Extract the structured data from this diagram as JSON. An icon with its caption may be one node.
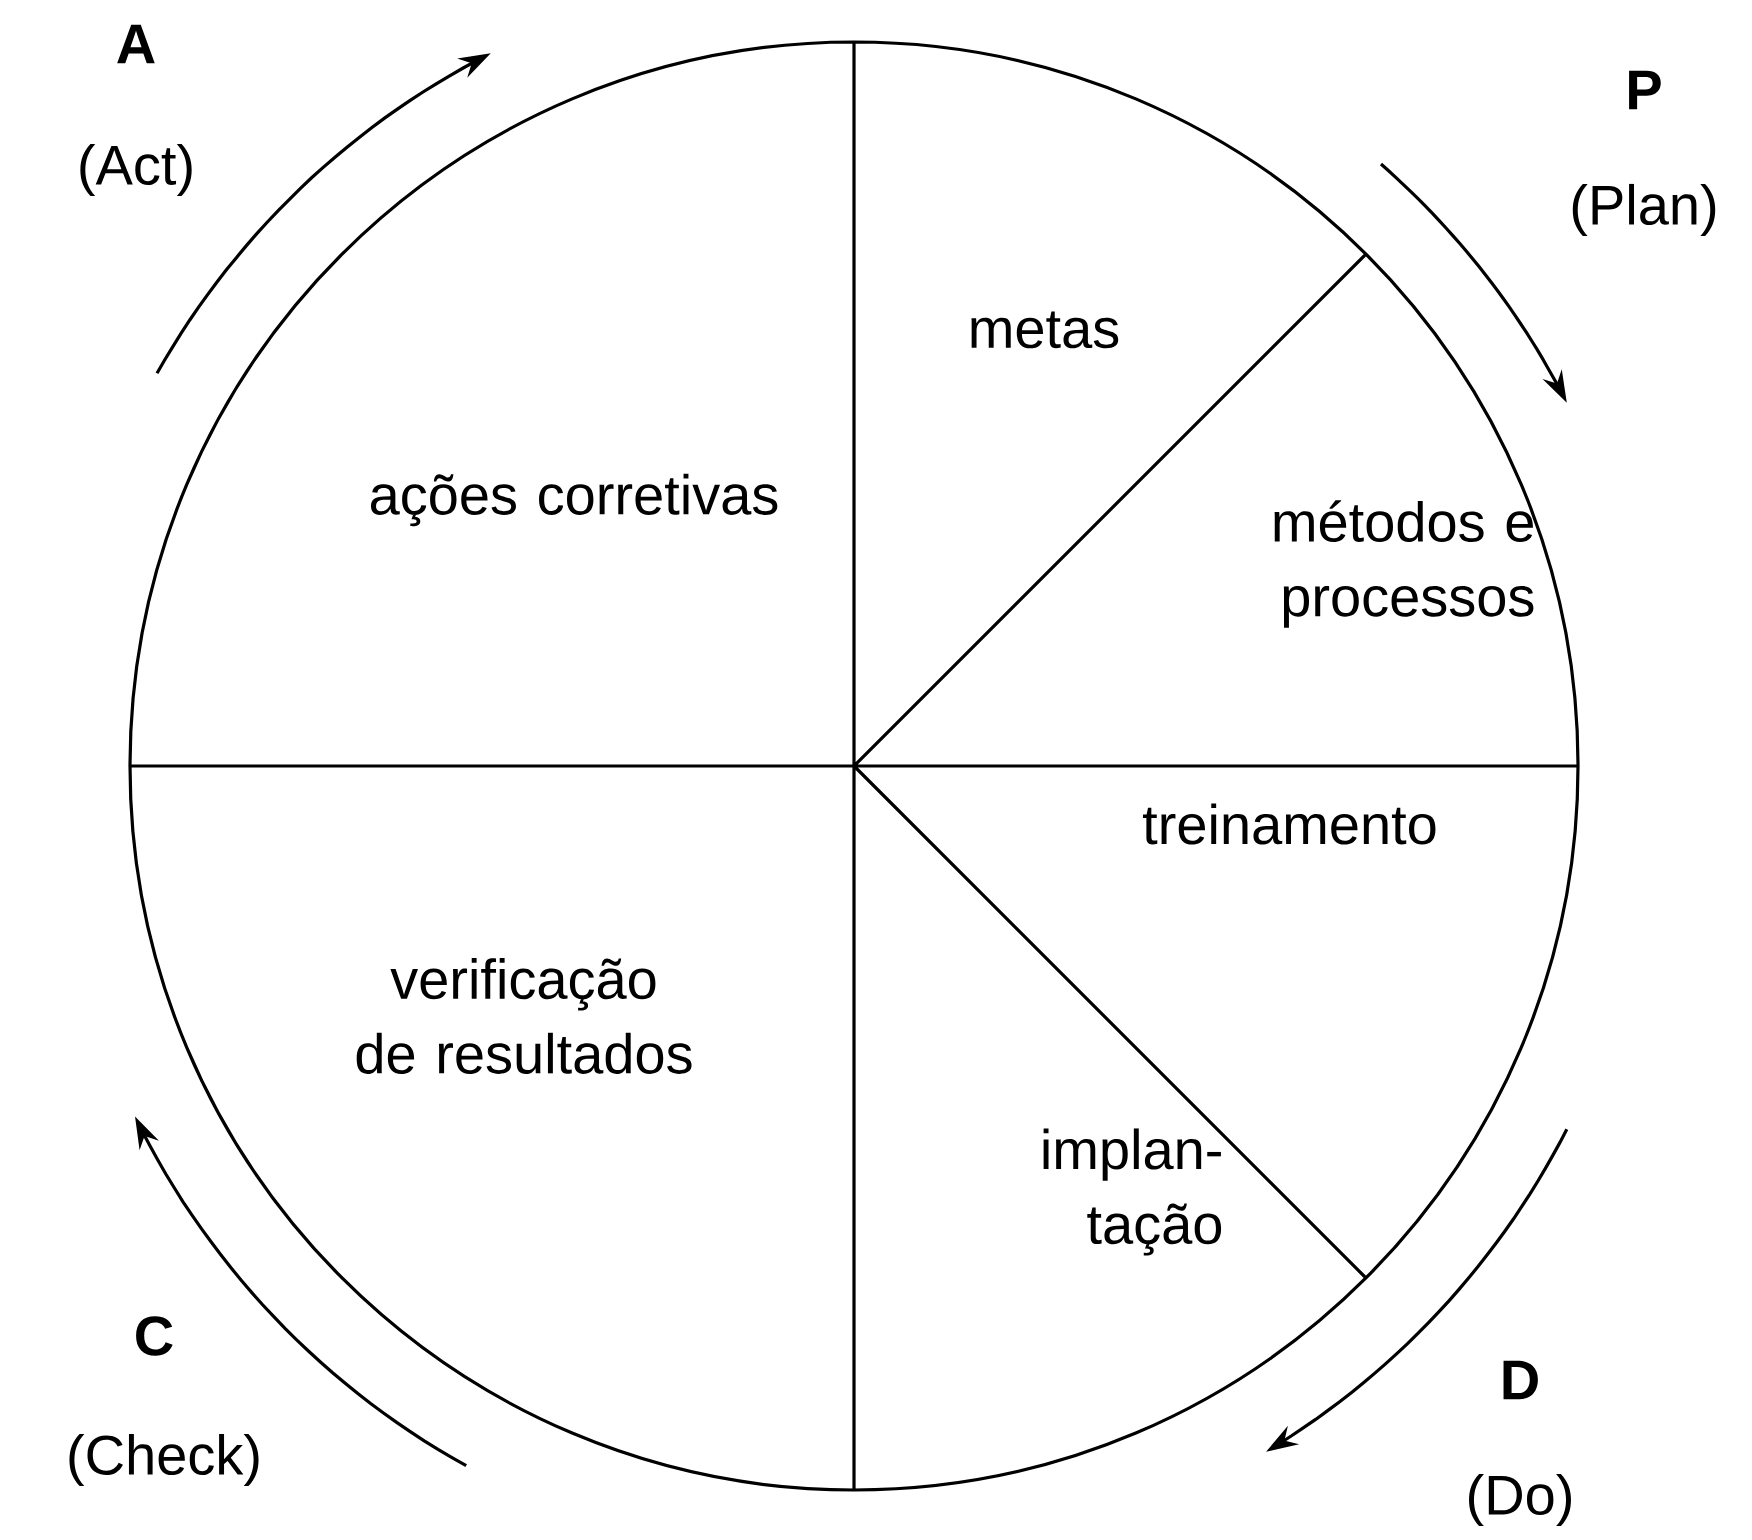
{
  "diagram": {
    "nodes": [
      {
        "text": [
          "metas"
        ]
      },
      {
        "text": [
          "métodos e processos"
        ]
      },
      {
        "text": [
          "treinamento"
        ]
      },
      {
        "text": [
          "implan- tação"
        ]
      },
      {
        "text": [
          "ações corretivas"
        ]
      },
      {
        "text": [
          "verificação de resultados"
        ]
      }
    ],
    "labels": [
      "A",
      "(Act)",
      "P",
      "(Plan)",
      "C",
      "(Check)",
      "D",
      "(Do)"
    ]
  }
}
